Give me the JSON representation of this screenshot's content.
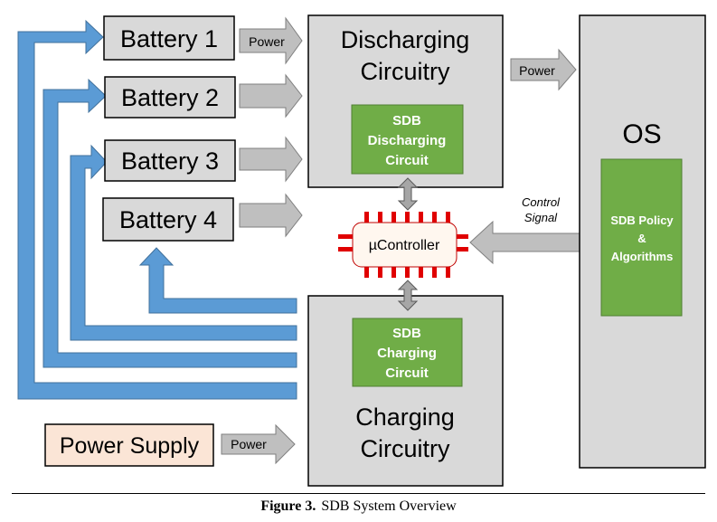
{
  "batteries": [
    "Battery 1",
    "Battery 2",
    "Battery 3",
    "Battery 4"
  ],
  "power_supply": "Power Supply",
  "power_label": "Power",
  "discharging": {
    "line1": "Discharging",
    "line2": "Circuitry"
  },
  "charging": {
    "line1": "Charging",
    "line2": "Circuitry"
  },
  "sdb_discharging": {
    "line1": "SDB",
    "line2": "Discharging",
    "line3": "Circuit"
  },
  "sdb_charging": {
    "line1": "SDB",
    "line2": "Charging",
    "line3": "Circuit"
  },
  "os": {
    "title": "OS",
    "policy_line1": "SDB Policy",
    "policy_line2": "&",
    "policy_line3": "Algorithms"
  },
  "microcontroller": "µController",
  "control_signal": {
    "line1": "Control",
    "line2": "Signal"
  },
  "caption": {
    "label": "Figure 3.",
    "text": "SDB System Overview"
  },
  "colors": {
    "box_gray": "#d9d9d9",
    "green": "#70ad47",
    "blue_arrow": "#5b9bd5",
    "power_supply_fill": "#fbe5d6",
    "chip_pin": "#e00000",
    "arrow_gray": "#bfbfbf"
  }
}
